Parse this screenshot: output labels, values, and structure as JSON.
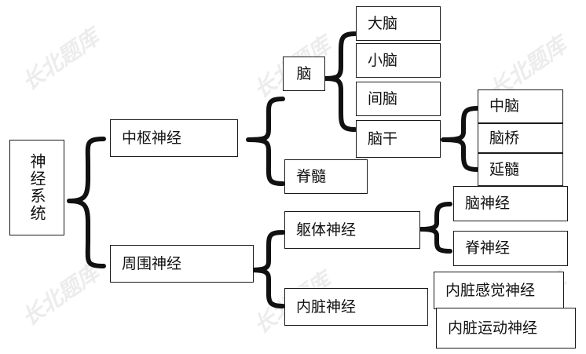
{
  "watermark_text": "长北题库",
  "nodes": {
    "root": "神经系统",
    "central": "中枢神经",
    "peripheral": "周围神经",
    "brain": "脑",
    "spinal_cord": "脊髓",
    "cerebrum": "大脑",
    "cerebellum": "小脑",
    "diencephalon": "间脑",
    "brainstem": "脑干",
    "midbrain": "中脑",
    "pons": "脑桥",
    "medulla": "延髓",
    "somatic": "躯体神经",
    "visceral": "内脏神经",
    "cranial_nerve": "脑神经",
    "spinal_nerve": "脊神经",
    "visceral_sensory": "内脏感觉神经",
    "visceral_motor": "内脏运动神经"
  }
}
